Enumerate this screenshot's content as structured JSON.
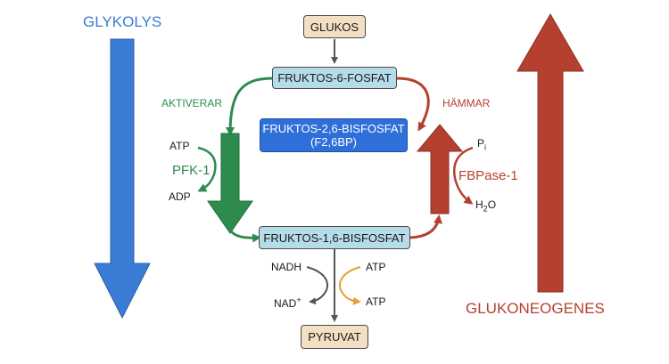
{
  "colors": {
    "blue": "#3a7bd5",
    "red": "#b5402f",
    "green": "#2e8b4e",
    "gray": "#555555",
    "orange": "#e3a033"
  },
  "titles": {
    "left": "GLYKOLYS",
    "right": "GLUKONEOGENES"
  },
  "boxes": {
    "glukos": "GLUKOS",
    "f6p": "FRUKTOS-6-FOSFAT",
    "f26bp_line1": "FRUKTOS-2,6-BISFOSFAT",
    "f26bp_line2": "(F2,6BP)",
    "f16bp": "FRUKTOS-1,6-BISFOSFAT",
    "pyruvat": "PYRUVAT"
  },
  "regulation": {
    "activates": "AKTIVERAR",
    "inhibits": "HÄMMAR"
  },
  "enzymes": {
    "pfk": "PFK-1",
    "fbpase": "FBPase-1"
  },
  "cofactors": {
    "atp_in": "ATP",
    "adp_out": "ADP",
    "p": "P",
    "p_sub": "i",
    "h": "H",
    "h_sub": "2",
    "o": "O",
    "nadh": "NADH",
    "nad": "NAD",
    "nad_sup": "+",
    "atp_bottom_in": "ATP",
    "atp_bottom_out": "ATP"
  }
}
